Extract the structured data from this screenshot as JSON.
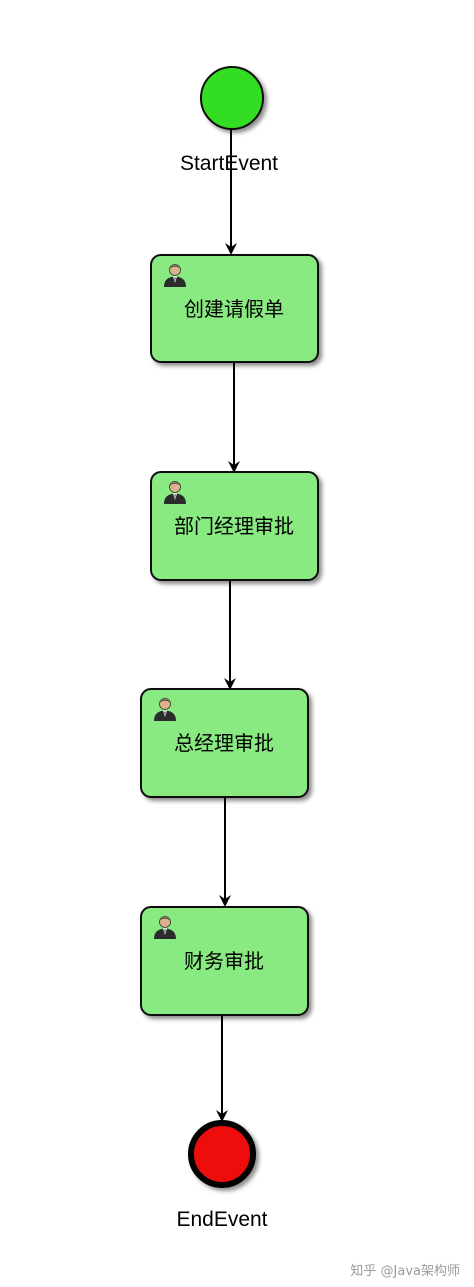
{
  "diagram": {
    "start_event": {
      "label": "StartEvent",
      "color": "#33dd22"
    },
    "end_event": {
      "label": "EndEvent",
      "color": "#ee1111"
    },
    "task_fill": "#88ea80",
    "tasks": [
      {
        "label": "创建请假单",
        "icon": "user-icon"
      },
      {
        "label": "部门经理审批",
        "icon": "user-icon"
      },
      {
        "label": "总经理审批",
        "icon": "user-icon"
      },
      {
        "label": "财务审批",
        "icon": "user-icon"
      }
    ]
  },
  "watermark": "知乎 @Java架构师"
}
